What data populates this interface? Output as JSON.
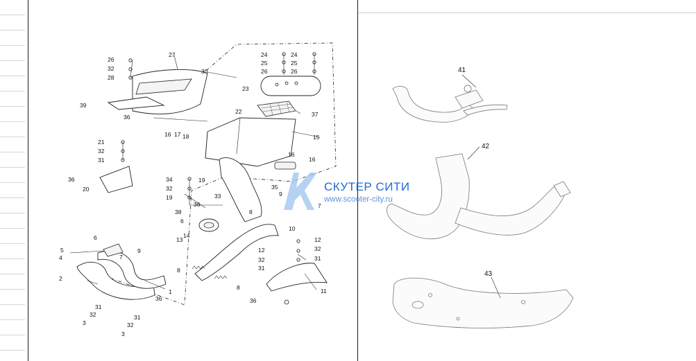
{
  "watermark": {
    "title": "СКУТЕР СИТИ",
    "url": "www.scooter-city.ru"
  },
  "left_callouts": [
    "26",
    "32",
    "28",
    "27",
    "30",
    "39",
    "36",
    "24",
    "25",
    "26",
    "24",
    "25",
    "26",
    "23",
    "22",
    "37",
    "15",
    "16",
    "17",
    "18",
    "21",
    "32",
    "31",
    "36",
    "20",
    "16",
    "16",
    "34",
    "19",
    "32",
    "35",
    "19",
    "36",
    "9",
    "33",
    "7",
    "38",
    "8",
    "6",
    "10",
    "14",
    "13",
    "12",
    "12",
    "32",
    "5",
    "6",
    "7",
    "9",
    "32",
    "4",
    "31",
    "31",
    "1",
    "2",
    "8",
    "8",
    "36",
    "11",
    "31",
    "32",
    "3",
    "31",
    "32",
    "3",
    "36"
  ],
  "right_callouts": [
    "41",
    "42",
    "43"
  ]
}
